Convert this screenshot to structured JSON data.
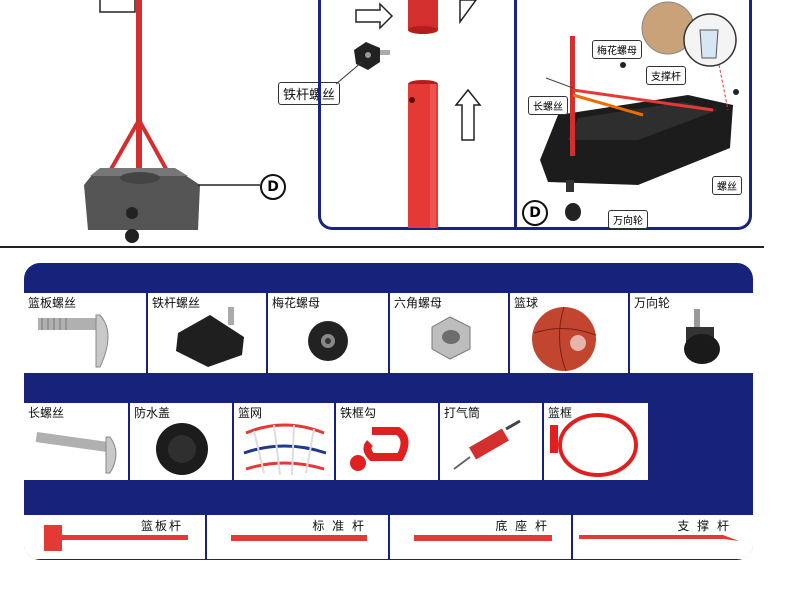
{
  "top": {
    "callout_iron_screw": "铁杆螺丝",
    "letter_d_left": "D",
    "letter_d_right": "D",
    "callout_flower_nut": "梅花螺母",
    "callout_support_rod": "支撑杆",
    "callout_long_screw": "长螺丝",
    "callout_screw": "螺丝",
    "callout_wheel": "万向轮"
  },
  "parts": {
    "row1": [
      "篮板螺丝",
      "铁杆螺丝",
      "梅花螺母",
      "六角螺母",
      "篮球",
      "万向轮"
    ],
    "row2": [
      "长螺丝",
      "防水盖",
      "篮网",
      "铁框勾",
      "打气筒",
      "篮框"
    ],
    "row3": [
      "篮板杆",
      "标 准 杆",
      "底 座 杆",
      "支 撑 杆"
    ]
  },
  "colors": {
    "navy": "#17237a",
    "red": "#d32f2f",
    "accent_red": "#e53935"
  }
}
